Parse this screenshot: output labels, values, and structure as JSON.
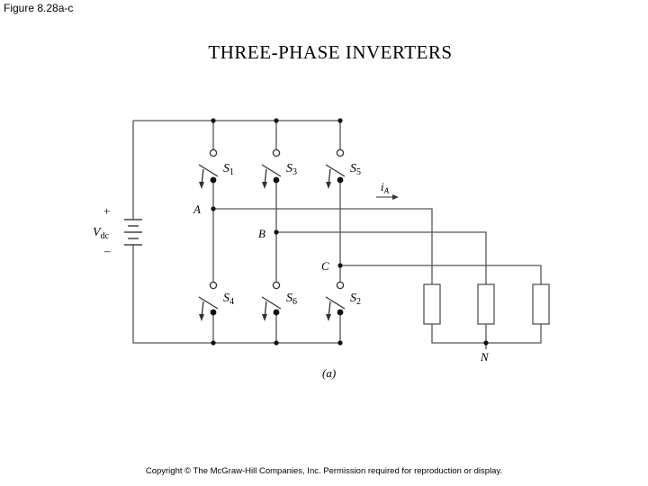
{
  "figure_label": "Figure 8.28a-c",
  "title": "THREE-PHASE INVERTERS",
  "copyright": "Copyright © The McGraw-Hill Companies, Inc. Permission required for reproduction or display.",
  "diagram": {
    "source": {
      "plus": "+",
      "minus": "–",
      "symbol": "V",
      "subscript": "dc"
    },
    "switches": [
      {
        "id": "S1",
        "letter": "S",
        "sub": "1"
      },
      {
        "id": "S3",
        "letter": "S",
        "sub": "3"
      },
      {
        "id": "S5",
        "letter": "S",
        "sub": "5"
      },
      {
        "id": "S4",
        "letter": "S",
        "sub": "4"
      },
      {
        "id": "S6",
        "letter": "S",
        "sub": "6"
      },
      {
        "id": "S2",
        "letter": "S",
        "sub": "2"
      }
    ],
    "nodes": {
      "A": "A",
      "B": "B",
      "C": "C",
      "N": "N"
    },
    "current": {
      "symbol": "i",
      "subscript": "A"
    },
    "caption": "(a)"
  }
}
